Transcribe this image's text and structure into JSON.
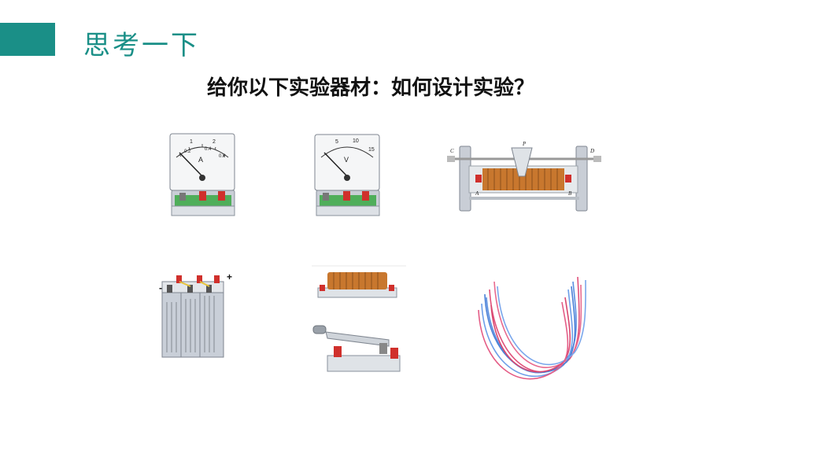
{
  "slide": {
    "heading": "思考一下",
    "question": "给你以下实验器材：如何设计实验？"
  },
  "ammeter": {
    "unit_letter": "A",
    "scale_labels": [
      "1",
      "2",
      "0.2",
      "0.4",
      "0.6"
    ]
  },
  "voltmeter": {
    "unit_letter": "V",
    "scale_labels": [
      "5",
      "10",
      "15"
    ]
  },
  "rheostat": {
    "labels": [
      "C",
      "D",
      "P",
      "A",
      "B"
    ]
  },
  "battery": {
    "minus_sign": "-",
    "plus_sign": "+"
  },
  "colors": {
    "accent": "#1a8f87",
    "coil": "#c8772e",
    "wire_blue": "#5a8fe0",
    "wire_red": "#e0507a"
  }
}
